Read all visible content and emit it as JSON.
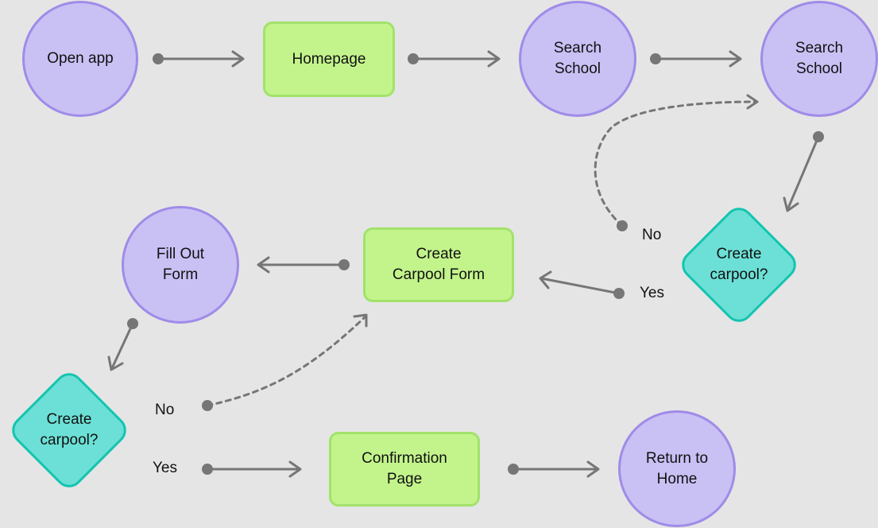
{
  "nodes": {
    "open_app": "Open app",
    "homepage": "Homepage",
    "search_school_1": "Search\nSchool",
    "search_school_2": "Search\nSchool",
    "create_carpool_decision_1": "Create\ncarpool?",
    "create_carpool_form": "Create\nCarpool Form",
    "fill_out_form": "Fill Out\nForm",
    "create_carpool_decision_2": "Create\ncarpool?",
    "confirmation_page": "Confirmation\nPage",
    "return_to_home": "Return to\nHome"
  },
  "edge_labels": {
    "decision1_no": "No",
    "decision1_yes": "Yes",
    "decision2_no": "No",
    "decision2_yes": "Yes"
  },
  "colors": {
    "circle_fill": "#c9c0f4",
    "circle_border": "#a08be8",
    "rect_fill": "#c3f48c",
    "rect_border": "#a2e26a",
    "diamond_fill": "#6ce0d6",
    "diamond_border": "#14c4b0",
    "connector": "#767676"
  }
}
